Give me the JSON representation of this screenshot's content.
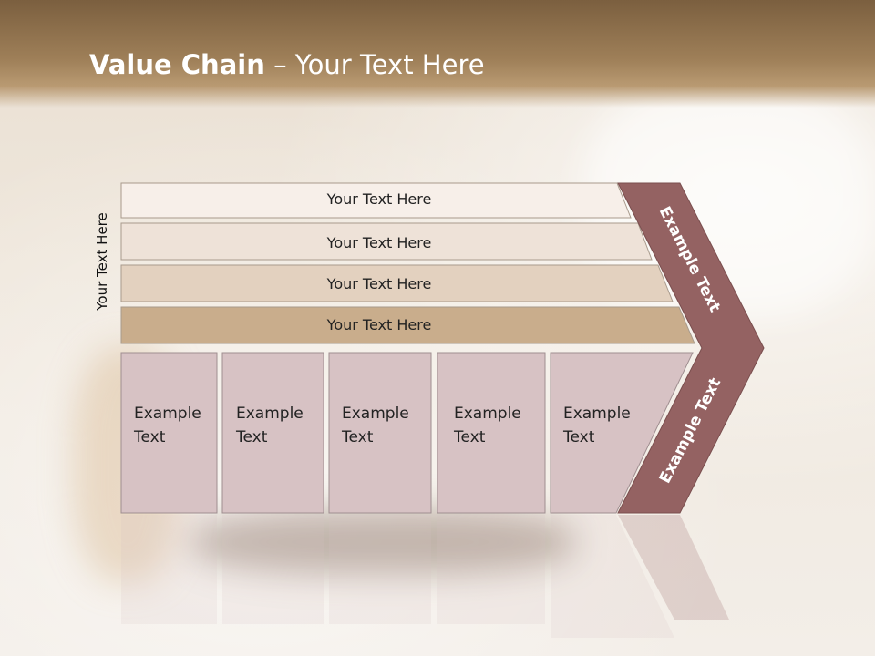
{
  "title": {
    "bold": "Value Chain",
    "rest": " – Your Text Here"
  },
  "side_label": "Your Text Here",
  "rows": [
    {
      "label": "Your Text Here",
      "fill": "#f7efe9"
    },
    {
      "label": "Your Text Here",
      "fill": "#eee2d8"
    },
    {
      "label": "Your Text Here",
      "fill": "#e3d1bf"
    },
    {
      "label": "Your Text Here",
      "fill": "#c9ad8c"
    }
  ],
  "boxes": [
    {
      "line1": "Example",
      "line2": "Text"
    },
    {
      "line1": "Example",
      "line2": "Text"
    },
    {
      "line1": "Example",
      "line2": "Text"
    },
    {
      "line1": "Example",
      "line2": "Text"
    },
    {
      "line1": "Example",
      "line2": "Text"
    }
  ],
  "arrow": {
    "top_label": "Example Text",
    "bottom_label": "Example Text"
  },
  "colors": {
    "box": "#d7c2c4",
    "arrow": "#946262",
    "banner": "#9e7f58"
  }
}
